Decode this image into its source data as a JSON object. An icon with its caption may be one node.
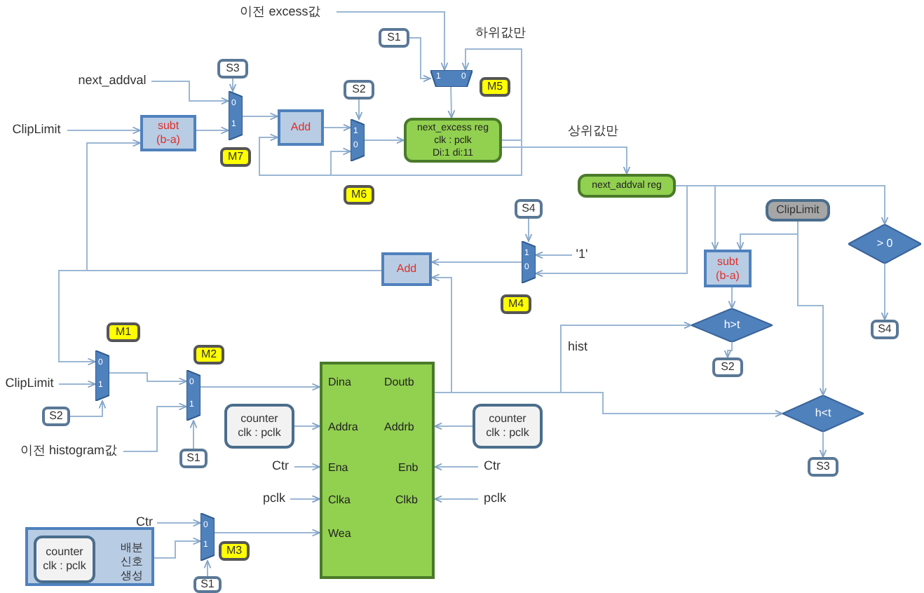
{
  "diagram": {
    "nodes": [
      {
        "text": [
          "이전 excess값"
        ]
      },
      {
        "text": [
          "S1"
        ]
      },
      {
        "text": [
          "1",
          "0"
        ]
      },
      {
        "text": [
          "M5"
        ]
      },
      {
        "text": [
          "S3"
        ]
      },
      {
        "text": [
          "next_addval"
        ]
      },
      {
        "text": [
          "0",
          "1"
        ]
      },
      {
        "text": [
          "M7"
        ]
      },
      {
        "text": [
          "ClipLimit"
        ]
      },
      {
        "text": [
          "subt",
          "(b-a)"
        ]
      },
      {
        "text": [
          "Add"
        ]
      },
      {
        "text": [
          "S2"
        ]
      },
      {
        "text": [
          "1",
          "0"
        ]
      },
      {
        "text": [
          "M6"
        ]
      },
      {
        "text": [
          "next_excess reg",
          "clk : pclk",
          "Di:1  di:11"
        ]
      },
      {
        "text": [
          "next_addval reg"
        ]
      },
      {
        "text": [
          "S4"
        ]
      },
      {
        "text": [
          "ClipLimit"
        ]
      },
      {
        "text": [
          "Add"
        ]
      },
      {
        "text": [
          "1",
          "0"
        ]
      },
      {
        "text": [
          "'1'"
        ]
      },
      {
        "text": [
          "M4"
        ]
      },
      {
        "text": [
          "subt",
          "(b-a)"
        ]
      },
      {
        "text": [
          "> 0"
        ]
      },
      {
        "text": [
          "S4"
        ]
      },
      {
        "text": [
          "h>t"
        ]
      },
      {
        "text": [
          "S2"
        ]
      },
      {
        "text": [
          "M1"
        ]
      },
      {
        "text": [
          "0",
          "1"
        ]
      },
      {
        "text": [
          "M2"
        ]
      },
      {
        "text": [
          "0",
          "1"
        ]
      },
      {
        "text": [
          "ClipLimit"
        ]
      },
      {
        "text": [
          "S2"
        ]
      },
      {
        "text": [
          "이전 histogram값"
        ]
      },
      {
        "text": [
          "S1"
        ]
      },
      {
        "text": [
          "Dina",
          "Doutb",
          "Addra",
          "Addrb",
          "Ena",
          "Enb",
          "Clka",
          "Clkb",
          "Wea"
        ]
      },
      {
        "text": [
          "counter clk : pclk"
        ]
      },
      {
        "text": [
          "counter clk : pclk"
        ]
      },
      {
        "text": [
          "h<t"
        ]
      },
      {
        "text": [
          "S3"
        ]
      },
      {
        "text": [
          "Ctr"
        ]
      },
      {
        "text": [
          "pclk"
        ]
      },
      {
        "text": [
          "Ctr"
        ]
      },
      {
        "text": [
          "pclk"
        ]
      },
      {
        "text": [
          "Ctr"
        ]
      },
      {
        "text": [
          "배분신호 생성"
        ]
      },
      {
        "text": [
          "counter clk : pclk"
        ],
        "in": 45
      },
      {
        "text": [
          "0",
          "1"
        ]
      },
      {
        "text": [
          "M3"
        ]
      },
      {
        "text": [
          "S1"
        ]
      }
    ],
    "edges": [
      {
        "from": 0,
        "to": 2,
        "arrow": "to"
      },
      {
        "from": 1,
        "to": 2,
        "arrow": "to"
      },
      {
        "from": 2,
        "to": 14,
        "arrow": "to"
      },
      {
        "from": 14,
        "to": 2,
        "arrow": "to",
        "label": "하위값만"
      },
      {
        "from": 14,
        "to": 10,
        "arrow": "to"
      },
      {
        "from": 14,
        "to": 12,
        "arrow": "to"
      },
      {
        "from": 4,
        "to": 6,
        "arrow": "to"
      },
      {
        "from": 5,
        "to": 6,
        "arrow": "to"
      },
      {
        "from": 8,
        "to": 9,
        "arrow": "to"
      },
      {
        "from": 9,
        "to": 6,
        "arrow": "to"
      },
      {
        "from": 6,
        "to": 10,
        "arrow": "to"
      },
      {
        "from": 11,
        "to": 12,
        "arrow": "to"
      },
      {
        "from": 10,
        "to": 12,
        "arrow": "to"
      },
      {
        "from": 12,
        "to": 14,
        "arrow": "to"
      },
      {
        "from": 14,
        "to": 15,
        "arrow": "to",
        "label": "상위값만"
      },
      {
        "from": 16,
        "to": 19,
        "arrow": "to"
      },
      {
        "from": 20,
        "to": 19,
        "arrow": "to"
      },
      {
        "from": 15,
        "to": 19,
        "arrow": "to"
      },
      {
        "from": 15,
        "to": 22,
        "arrow": "to"
      },
      {
        "from": 15,
        "to": 23,
        "arrow": "to"
      },
      {
        "from": 17,
        "to": 22,
        "arrow": "to"
      },
      {
        "from": 17,
        "to": 38,
        "arrow": "to"
      },
      {
        "from": 22,
        "to": 25,
        "arrow": "to"
      },
      {
        "from": 25,
        "to": 26,
        "arrow": "to"
      },
      {
        "from": 23,
        "to": 24,
        "arrow": "to"
      },
      {
        "from": 35,
        "to": 18,
        "arrow": "to"
      },
      {
        "from": 19,
        "to": 18,
        "arrow": "to"
      },
      {
        "from": 35,
        "to": 25,
        "arrow": "to",
        "label": "hist"
      },
      {
        "from": 35,
        "to": 38,
        "arrow": "to"
      },
      {
        "from": 38,
        "to": 39,
        "arrow": "to"
      },
      {
        "from": 31,
        "to": 28,
        "arrow": "to"
      },
      {
        "from": 18,
        "to": 9,
        "arrow": "to"
      },
      {
        "from": 18,
        "to": 28,
        "arrow": "to"
      },
      {
        "from": 32,
        "to": 28,
        "arrow": "to"
      },
      {
        "from": 28,
        "to": 30,
        "arrow": "to"
      },
      {
        "from": 33,
        "to": 30,
        "arrow": "to"
      },
      {
        "from": 34,
        "to": 30,
        "arrow": "to"
      },
      {
        "from": 30,
        "to": 35,
        "arrow": "to"
      },
      {
        "from": 36,
        "to": 35,
        "arrow": "to"
      },
      {
        "from": 37,
        "to": 35,
        "arrow": "to"
      },
      {
        "from": 40,
        "to": 35,
        "arrow": "to"
      },
      {
        "from": 41,
        "to": 35,
        "arrow": "to"
      },
      {
        "from": 42,
        "to": 35,
        "arrow": "to"
      },
      {
        "from": 43,
        "to": 35,
        "arrow": "to"
      },
      {
        "from": 44,
        "to": 47,
        "arrow": "to"
      },
      {
        "from": 45,
        "to": 47,
        "arrow": "to"
      },
      {
        "from": 47,
        "to": 35,
        "arrow": "to"
      },
      {
        "from": 49,
        "to": 47,
        "arrow": "to"
      }
    ]
  }
}
